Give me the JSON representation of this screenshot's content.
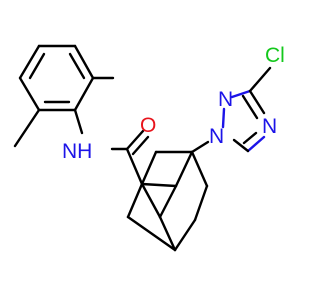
{
  "molecule": {
    "atoms": {
      "amide_o": "O",
      "amide_nh": "NH",
      "triazole_n1": "N",
      "triazole_n2": "N",
      "triazole_n4": "N",
      "chlorine": "Cl"
    },
    "colors": {
      "carbon": "#000000",
      "nitrogen": "#1c14e8",
      "oxygen": "#e8141c",
      "chlorine": "#14c81c"
    }
  }
}
